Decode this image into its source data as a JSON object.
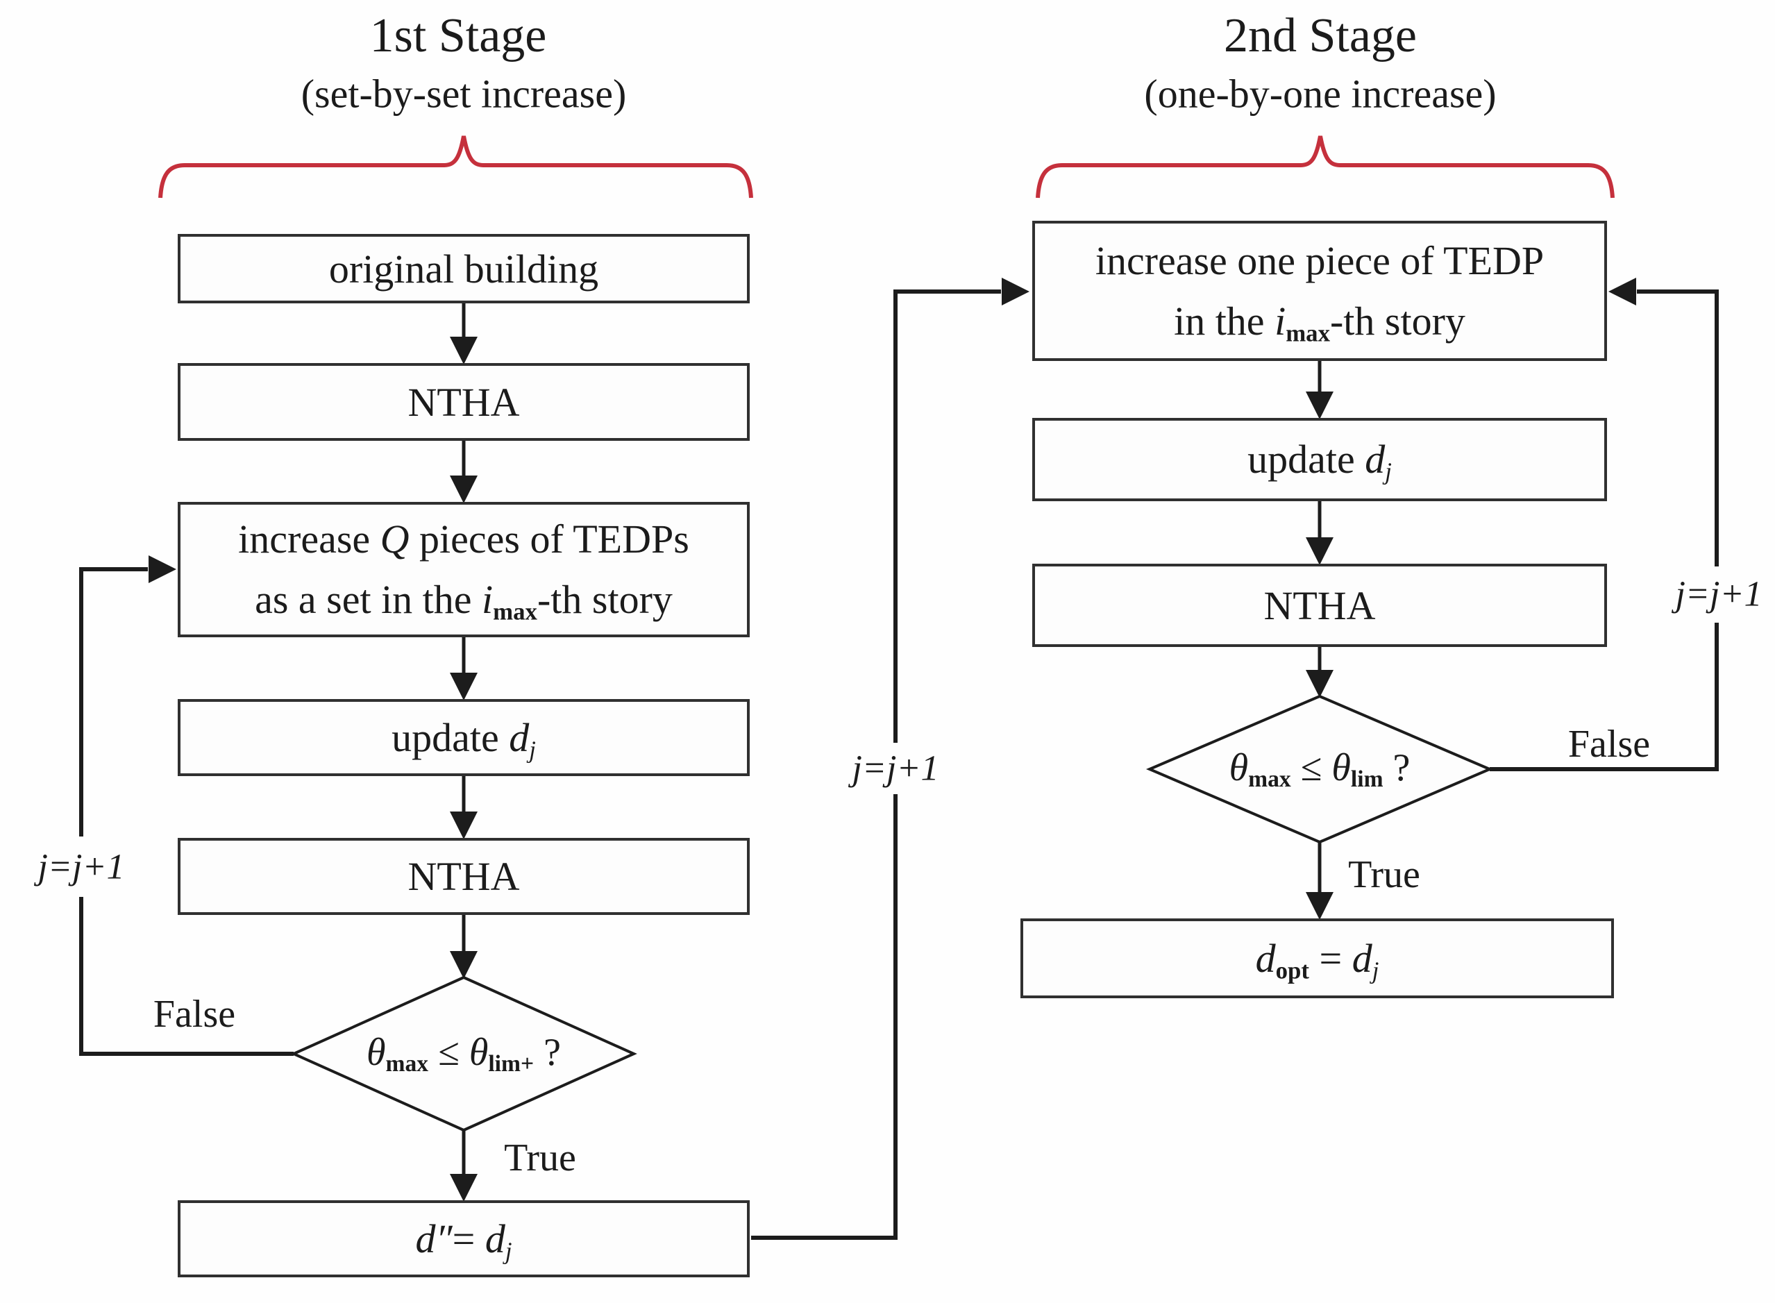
{
  "figure": {
    "background": "#fefefe",
    "ink": "#1b1b1b",
    "line_color": "#1c1c1c",
    "brace_color": "#c5303c"
  },
  "stage1": {
    "title": "1st Stage",
    "subtitle": "(set-by-set increase)",
    "boxes": {
      "original": "original building",
      "ntha1": "NTHA",
      "increase_l1_t1": "increase ",
      "increase_l1_v1": "Q",
      "increase_l1_t2": " pieces of TEDPs",
      "increase_l2_t1": "as a set in the ",
      "increase_l2_v1": "i",
      "increase_l2_s1": "max",
      "increase_l2_t2": "-th story",
      "update_t1": "update ",
      "update_v1": "d",
      "update_s1": "j",
      "ntha2": "NTHA",
      "result_v1": "d″",
      "result_t1": "= ",
      "result_v2": "d",
      "result_s2": "j"
    },
    "decision": {
      "v1": "θ",
      "s1": "max",
      "op": " ≤ ",
      "v2": "θ",
      "s2": "lim+",
      "q": " ?"
    },
    "label_false": "False",
    "label_true": "True",
    "label_loop": "j=j+1",
    "label_to_stage2": "j=j+1"
  },
  "stage2": {
    "title": "2nd Stage",
    "subtitle": "(one-by-one increase)",
    "boxes": {
      "increase_l1": "increase one piece of TEDP",
      "increase_l2_t1": "in the ",
      "increase_l2_v1": "i",
      "increase_l2_s1": "max",
      "increase_l2_t2": "-th story",
      "update_t1": "update ",
      "update_v1": "d",
      "update_s1": "j",
      "ntha": "NTHA",
      "result_v1": "d",
      "result_s1": "opt",
      "result_t1": " = ",
      "result_v2": "d",
      "result_s2": "j"
    },
    "decision": {
      "v1": "θ",
      "s1": "max",
      "op": " ≤ ",
      "v2": "θ",
      "s2": "lim",
      "q": " ?"
    },
    "label_false": "False",
    "label_true": "True",
    "label_loop": "j=j+1"
  }
}
